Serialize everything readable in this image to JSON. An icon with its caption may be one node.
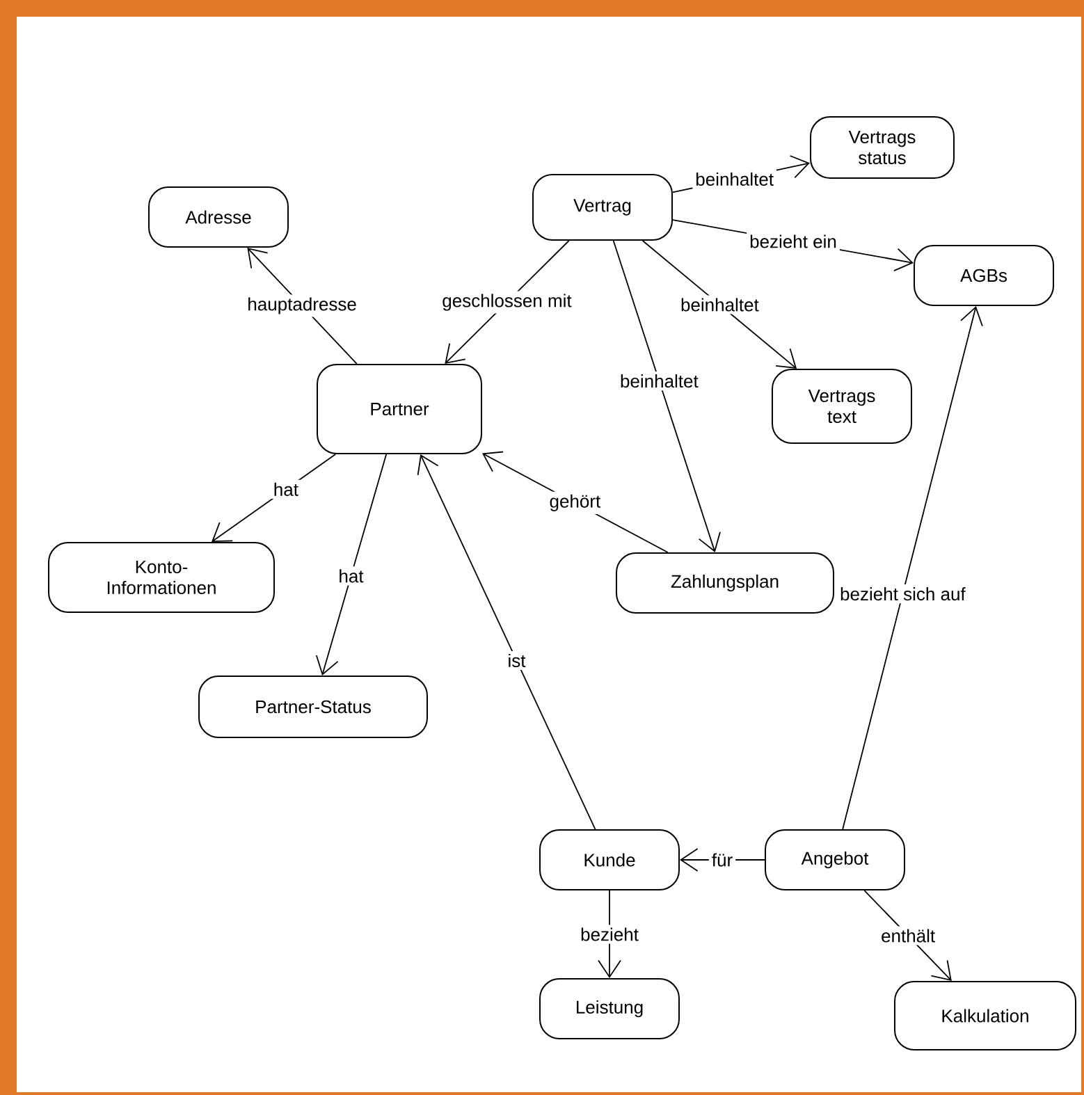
{
  "diagram": {
    "nodes": [
      {
        "text": [
          "Vertrags status"
        ]
      },
      {
        "text": [
          "Adresse"
        ]
      },
      {
        "text": [
          "Vertrag"
        ]
      },
      {
        "text": [
          "AGBs"
        ]
      },
      {
        "text": [
          "Partner"
        ]
      },
      {
        "text": [
          "Vertrags text"
        ]
      },
      {
        "text": [
          "Konto-Informationen"
        ]
      },
      {
        "text": [
          "Zahlungsplan"
        ]
      },
      {
        "text": [
          "Partner-Status"
        ]
      },
      {
        "text": [
          "Kunde"
        ]
      },
      {
        "text": [
          "Angebot"
        ]
      },
      {
        "text": [
          "Leistung"
        ]
      },
      {
        "text": [
          "Kalkulation"
        ]
      }
    ],
    "edges": [
      {
        "from": 2,
        "to": 0,
        "arrow": "to",
        "label": "beinhaltet"
      },
      {
        "from": 4,
        "to": 1,
        "arrow": "to",
        "label": "hauptadresse"
      },
      {
        "from": 2,
        "to": 3,
        "arrow": "to",
        "label": "bezieht ein"
      },
      {
        "from": 2,
        "to": 4,
        "arrow": "to",
        "label": "geschlossen mit"
      },
      {
        "from": 2,
        "to": 5,
        "arrow": "to",
        "label": "beinhaltet"
      },
      {
        "from": 2,
        "to": 7,
        "arrow": "to",
        "label": "beinhaltet"
      },
      {
        "from": 4,
        "to": 6,
        "arrow": "to",
        "label": "hat"
      },
      {
        "from": 4,
        "to": 8,
        "arrow": "to",
        "label": "hat"
      },
      {
        "from": 7,
        "to": 4,
        "arrow": "to",
        "label": "gehört"
      },
      {
        "from": 9,
        "to": 4,
        "arrow": "to",
        "label": "ist"
      },
      {
        "from": 10,
        "to": 3,
        "arrow": "to",
        "label": "bezieht sich auf"
      },
      {
        "from": 10,
        "to": 9,
        "arrow": "to",
        "label": "für"
      },
      {
        "from": 9,
        "to": 11,
        "arrow": "to",
        "label": "bezieht"
      },
      {
        "from": 10,
        "to": 12,
        "arrow": "to",
        "label": "enthält"
      }
    ]
  }
}
